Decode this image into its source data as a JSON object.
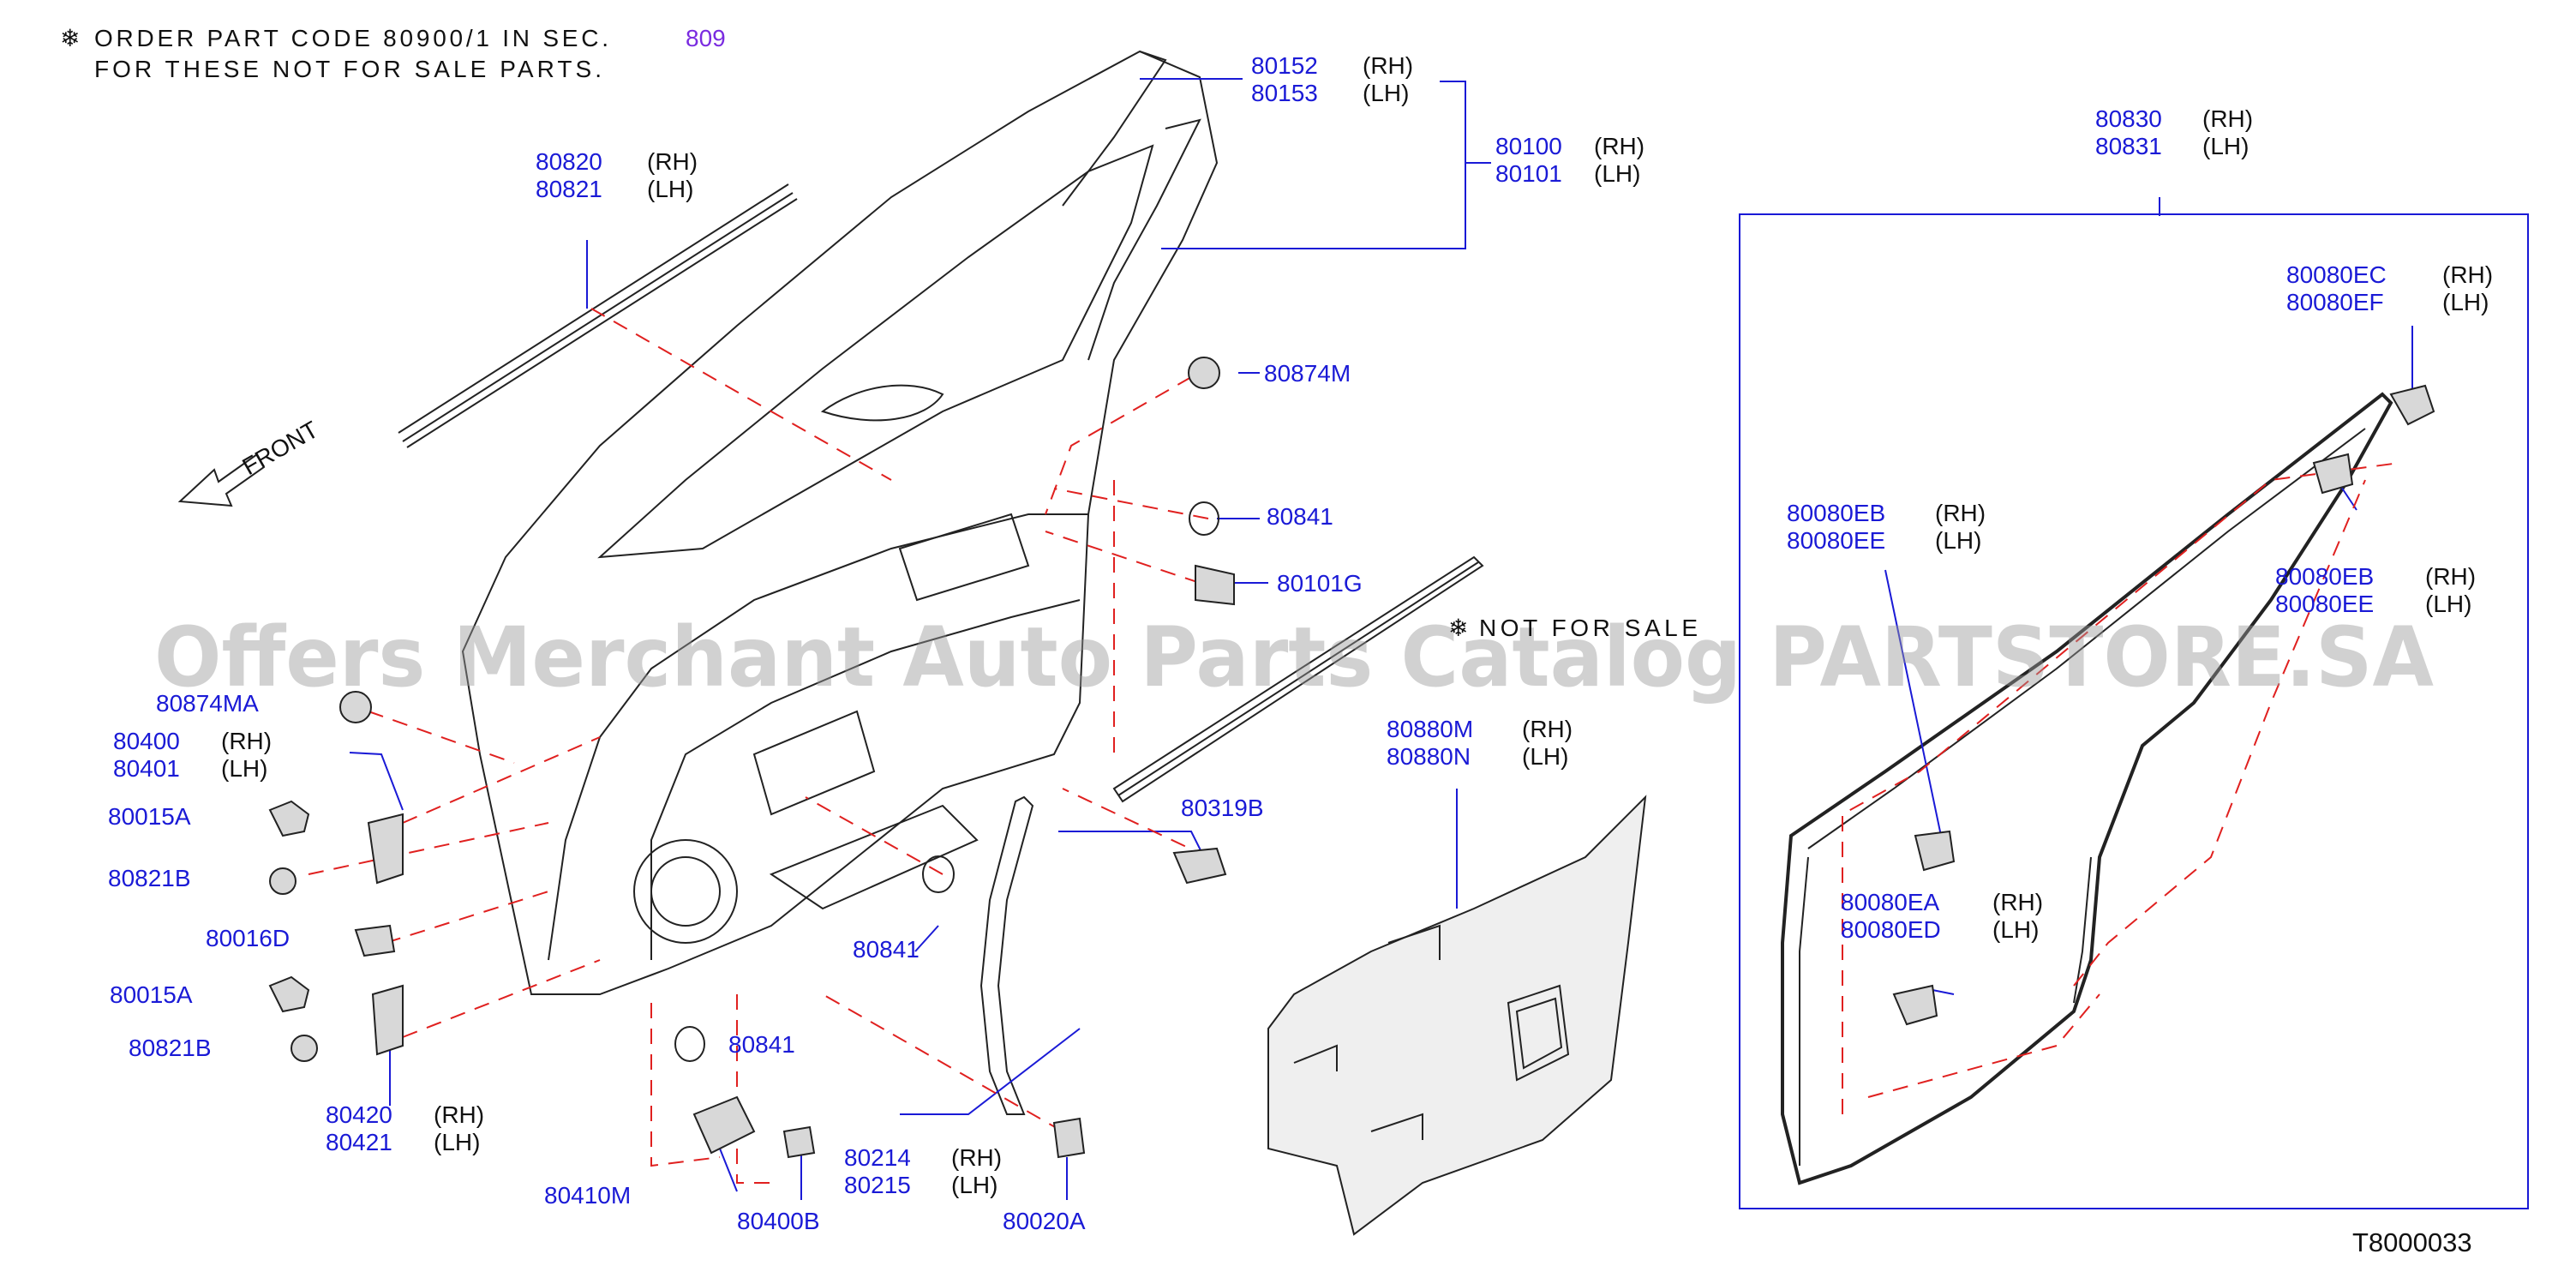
{
  "header_note": {
    "line1": "ORDER PART CODE 80900/1 IN SEC.",
    "line2": "FOR THESE NOT FOR SALE PARTS.",
    "section_link": "809"
  },
  "front_label": "FRONT",
  "watermark": "Offers Merchant Auto Parts Catalog PARTSTORE.SA",
  "not_for_sale": "NOT FOR SALE",
  "diagram_code": "T8000033",
  "parts": {
    "p80152": "80152",
    "p80153": "80153",
    "p80100": "80100",
    "p80101": "80101",
    "p80820": "80820",
    "p80821": "80821",
    "p80874M": "80874M",
    "p80841a": "80841",
    "p80841b": "80841",
    "p80841c": "80841",
    "p80101G": "80101G",
    "p80874MA": "80874MA",
    "p80400": "80400",
    "p80401": "80401",
    "p80015Aa": "80015A",
    "p80015Ab": "80015A",
    "p80821Ba": "80821B",
    "p80821Bb": "80821B",
    "p80016D": "80016D",
    "p80420": "80420",
    "p80421": "80421",
    "p80410M": "80410M",
    "p80400B": "80400B",
    "p80214": "80214",
    "p80215": "80215",
    "p80020A": "80020A",
    "p80319B": "80319B",
    "p80880M": "80880M",
    "p80880N": "80880N",
    "p80830": "80830",
    "p80831": "80831",
    "p80080EC": "80080EC",
    "p80080EF": "80080EF",
    "p80080EB1": "80080EB",
    "p80080EE1": "80080EE",
    "p80080EB2": "80080EB",
    "p80080EE2": "80080EE",
    "p80080EA": "80080EA",
    "p80080ED": "80080ED"
  },
  "side": {
    "rh": "(RH)",
    "lh": "(LH)"
  }
}
